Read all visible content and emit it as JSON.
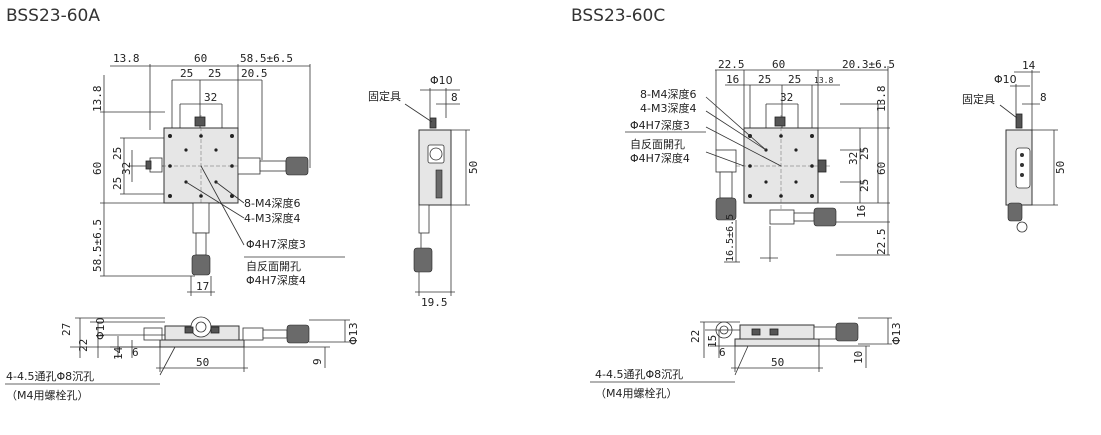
{
  "titles": {
    "left": "BSS23-60A",
    "right": "BSS23-60C"
  },
  "left": {
    "top": {
      "d1": "13.8",
      "d2": "60",
      "d3": "58.5±6.5",
      "d4": "25",
      "d5": "25",
      "d6": "20.5",
      "d7": "32"
    },
    "side": {
      "d1": "13.8",
      "d2": "25",
      "d3": "32",
      "d4": "60",
      "d5": "25",
      "d6": "58.5±6.5"
    },
    "callouts": [
      "8-M4深度6",
      "4-M3深度4",
      "Φ4H7深度3",
      "自反面開孔",
      "Φ4H7深度4"
    ],
    "bottom_dim": "17",
    "elev": {
      "fixed": "固定具",
      "phi10": "Φ10",
      "d8": "8",
      "d50": "50",
      "d195": "19.5"
    },
    "front": {
      "d27": "27",
      "d22": "22",
      "phi10": "Φ10",
      "d14": "14",
      "d6": "6",
      "d50": "50",
      "d9": "9",
      "phi13": "Φ13"
    },
    "note1": "4-4.5通孔Φ8沉孔",
    "note2": "（M4用螺栓孔）"
  },
  "right": {
    "top": {
      "d1": "22.5",
      "d2": "60",
      "d3": "20.3±6.5",
      "d4": "16",
      "d5": "25",
      "d6": "25",
      "d7": "13.8",
      "d8": "32"
    },
    "callouts": [
      "8-M4深度6",
      "4-M3深度4",
      "Φ4H7深度3",
      "自反面開孔",
      "Φ4H7深度4"
    ],
    "side": {
      "d1": "13.8",
      "d2": "32",
      "d3": "25",
      "d4": "60",
      "d5": "25",
      "d6": "16",
      "d7": "22.5"
    },
    "left_dim": "16.5±6.5",
    "elev": {
      "d14": "14",
      "phi10": "Φ10",
      "fixed": "固定具",
      "d8": "8",
      "d50": "50"
    },
    "front": {
      "d22": "22",
      "d15": "15",
      "d6": "6",
      "d50": "50",
      "d10": "10",
      "phi13": "Φ13"
    },
    "note1": "4-4.5通孔Φ8沉孔",
    "note2": "（M4用螺栓孔）"
  }
}
